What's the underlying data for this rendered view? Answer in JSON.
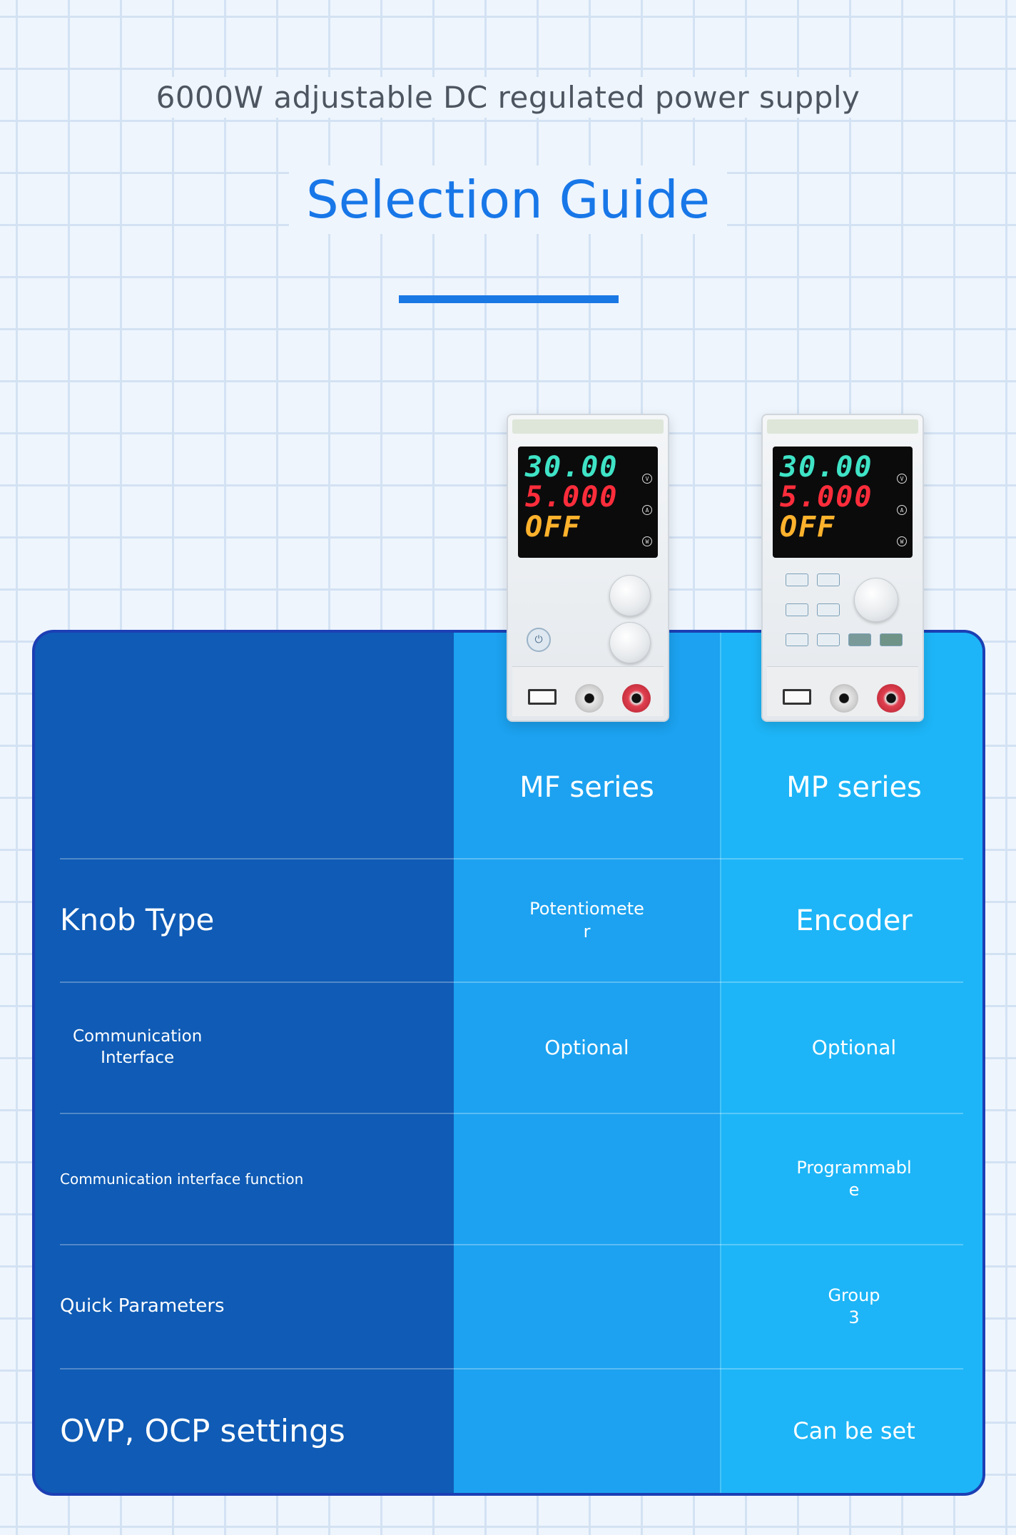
{
  "header": {
    "subtitle": "6000W adjustable DC regulated power supply",
    "title": "Selection Guide"
  },
  "colors": {
    "accent": "#1877e8",
    "label_column": "#0f5bb5",
    "mf_column": "#1ca2f0",
    "mp_column": "#1db5f7"
  },
  "products": {
    "mf": {
      "name": "MF series",
      "display": {
        "voltage": "30.00",
        "current": "5.000",
        "power": "OFF"
      }
    },
    "mp": {
      "name": "MP series",
      "display": {
        "voltage": "30.00",
        "current": "5.000",
        "power": "OFF"
      }
    }
  },
  "table": {
    "rows": [
      {
        "label": "Knob Type",
        "mf": "Potentiomete\nr",
        "mp": "Encoder"
      },
      {
        "label": "Communication\nInterface",
        "mf": "Optional",
        "mp": "Optional"
      },
      {
        "label": "Communication interface function",
        "mf": "",
        "mp": "Programmabl\ne"
      },
      {
        "label": "Quick Parameters",
        "mf": "",
        "mp": "Group\n3"
      },
      {
        "label": "OVP, OCP settings",
        "mf": "",
        "mp": "Can be set"
      }
    ]
  }
}
